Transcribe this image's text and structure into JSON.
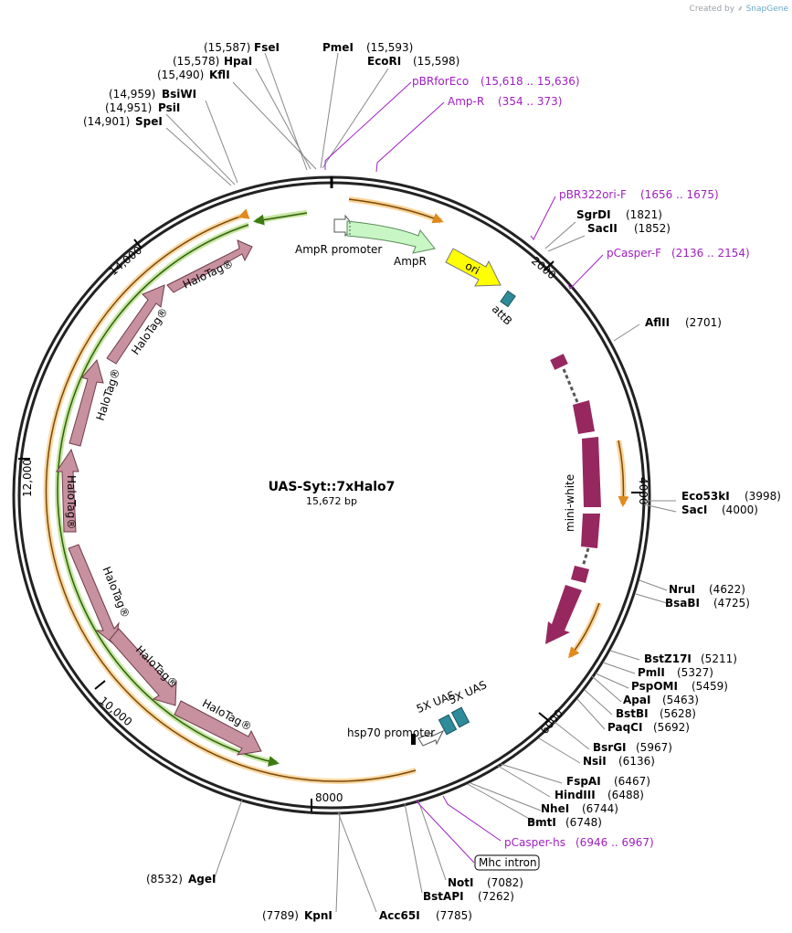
{
  "credit": {
    "prefix": "Created by",
    "brand": "SnapGene"
  },
  "map": {
    "name": "UAS-Syt::7xHalo7",
    "length_label": "15,672 bp",
    "total_bp": 15672
  },
  "ticks": [
    {
      "bp": 2000,
      "label": "2000"
    },
    {
      "bp": 4000,
      "label": "4000"
    },
    {
      "bp": 6000,
      "label": "6000"
    },
    {
      "bp": 8000,
      "label": "8000"
    },
    {
      "bp": 10000,
      "label": "10,000"
    },
    {
      "bp": 12000,
      "label": "12,000"
    },
    {
      "bp": 14000,
      "label": "14,000"
    }
  ],
  "enzymes": [
    {
      "name": "FseI",
      "pos": "(15,587)",
      "bp": 15587
    },
    {
      "name": "HpaI",
      "pos": "(15,578)",
      "bp": 15578
    },
    {
      "name": "KflI",
      "pos": "(15,490)",
      "bp": 15490
    },
    {
      "name": "BsiWI",
      "pos": "(14,959)",
      "bp": 14959
    },
    {
      "name": "PsiI",
      "pos": "(14,951)",
      "bp": 14951
    },
    {
      "name": "SpeI",
      "pos": "(14,901)",
      "bp": 14901
    },
    {
      "name": "PmeI",
      "pos": "(15,593)",
      "bp": 15593
    },
    {
      "name": "EcoRI",
      "pos": "(15,598)",
      "bp": 15598
    },
    {
      "name": "SgrDI",
      "pos": "(1821)",
      "bp": 1821
    },
    {
      "name": "SacII",
      "pos": "(1852)",
      "bp": 1852
    },
    {
      "name": "AflII",
      "pos": "(2701)",
      "bp": 2701
    },
    {
      "name": "Eco53kI",
      "pos": "(3998)",
      "bp": 3998
    },
    {
      "name": "SacI",
      "pos": "(4000)",
      "bp": 4000
    },
    {
      "name": "NruI",
      "pos": "(4622)",
      "bp": 4622
    },
    {
      "name": "BsaBI",
      "pos": "(4725)",
      "bp": 4725
    },
    {
      "name": "BstZ17I",
      "pos": "(5211)",
      "bp": 5211
    },
    {
      "name": "PmlI",
      "pos": "(5327)",
      "bp": 5327
    },
    {
      "name": "PspOMI",
      "pos": "(5459)",
      "bp": 5459
    },
    {
      "name": "ApaI",
      "pos": "(5463)",
      "bp": 5463
    },
    {
      "name": "BstBI",
      "pos": "(5628)",
      "bp": 5628
    },
    {
      "name": "PaqCI",
      "pos": "(5692)",
      "bp": 5692
    },
    {
      "name": "BsrGI",
      "pos": "(5967)",
      "bp": 5967
    },
    {
      "name": "NsiI",
      "pos": "(6136)",
      "bp": 6136
    },
    {
      "name": "FspAI",
      "pos": "(6467)",
      "bp": 6467
    },
    {
      "name": "HindIII",
      "pos": "(6488)",
      "bp": 6488
    },
    {
      "name": "NheI",
      "pos": "(6744)",
      "bp": 6744
    },
    {
      "name": "BmtI",
      "pos": "(6748)",
      "bp": 6748
    },
    {
      "name": "NotI",
      "pos": "(7082)",
      "bp": 7082
    },
    {
      "name": "BstAPI",
      "pos": "(7262)",
      "bp": 7262
    },
    {
      "name": "AgeI",
      "pos": "(8532)",
      "bp": 8532
    },
    {
      "name": "KpnI",
      "pos": "(7789)",
      "bp": 7789
    },
    {
      "name": "Acc65I",
      "pos": "(7785)",
      "bp": 7785
    }
  ],
  "primers": [
    {
      "name": "pBRforEco",
      "range": "(15,618 .. 15,636)"
    },
    {
      "name": "Amp-R",
      "range": "(354 .. 373)"
    },
    {
      "name": "pBR322ori-F",
      "range": "(1656 .. 1675)"
    },
    {
      "name": "pCasper-F",
      "range": "(2136 .. 2154)"
    },
    {
      "name": "pCasper-hs",
      "range": "(6946 .. 6967)"
    }
  ],
  "features": {
    "ampr_promoter": "AmpR promoter",
    "ampr": "AmpR",
    "ori": "ori",
    "attb": "attB",
    "mini_white": "mini-white",
    "uas1": "5X UAS",
    "uas2": "5X UAS",
    "hsp70": "hsp70 promoter",
    "mhc_intron": "Mhc intron",
    "halotag": [
      "HaloTag®",
      "HaloTag®",
      "HaloTag®",
      "HaloTag®",
      "HaloTag®",
      "HaloTag®",
      "HaloTag®"
    ]
  },
  "colors": {
    "backbone": "#222222",
    "orf_orange": "#f5b041",
    "orf_green": "#6aaa2a",
    "ampr": "#c8f7c5",
    "ori": "#ffff00",
    "attb": "#2e8b99",
    "mini_white": "#96285f",
    "halotag": "#c8919f",
    "uas": "#2e8b99",
    "primer": "#a020c0"
  }
}
